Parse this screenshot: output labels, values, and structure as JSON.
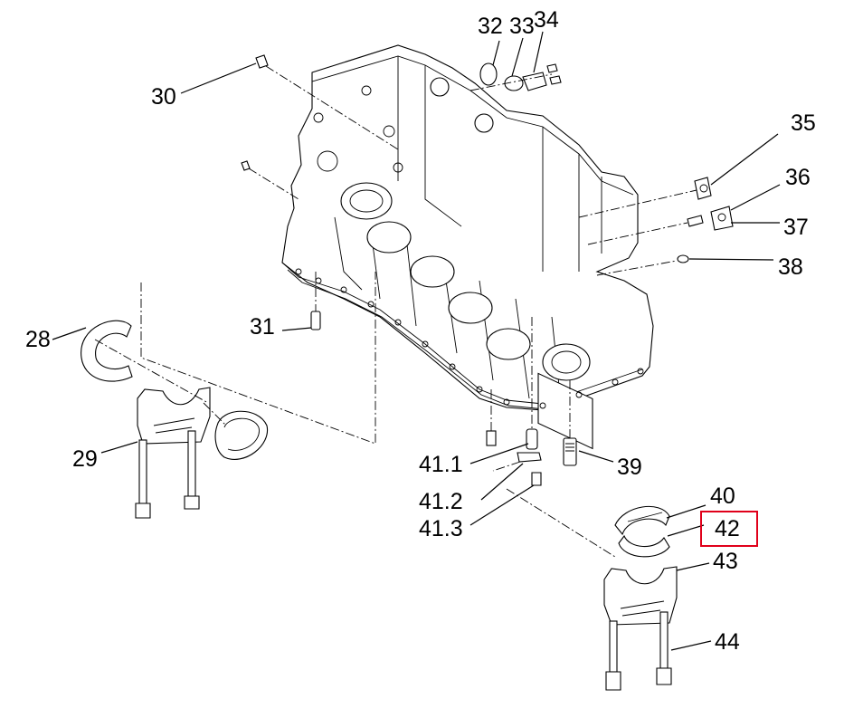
{
  "labels": {
    "l28": "28",
    "l29": "29",
    "l30": "30",
    "l31": "31",
    "l32": "32",
    "l33": "33",
    "l34": "34",
    "l35": "35",
    "l36": "36",
    "l37": "37",
    "l38": "38",
    "l39": "39",
    "l40": "40",
    "l411": "41.1",
    "l412": "41.2",
    "l413": "41.3",
    "l42": "42",
    "l43": "43",
    "l44": "44"
  },
  "highlight": {
    "label": "42",
    "color": "#e0001a"
  }
}
